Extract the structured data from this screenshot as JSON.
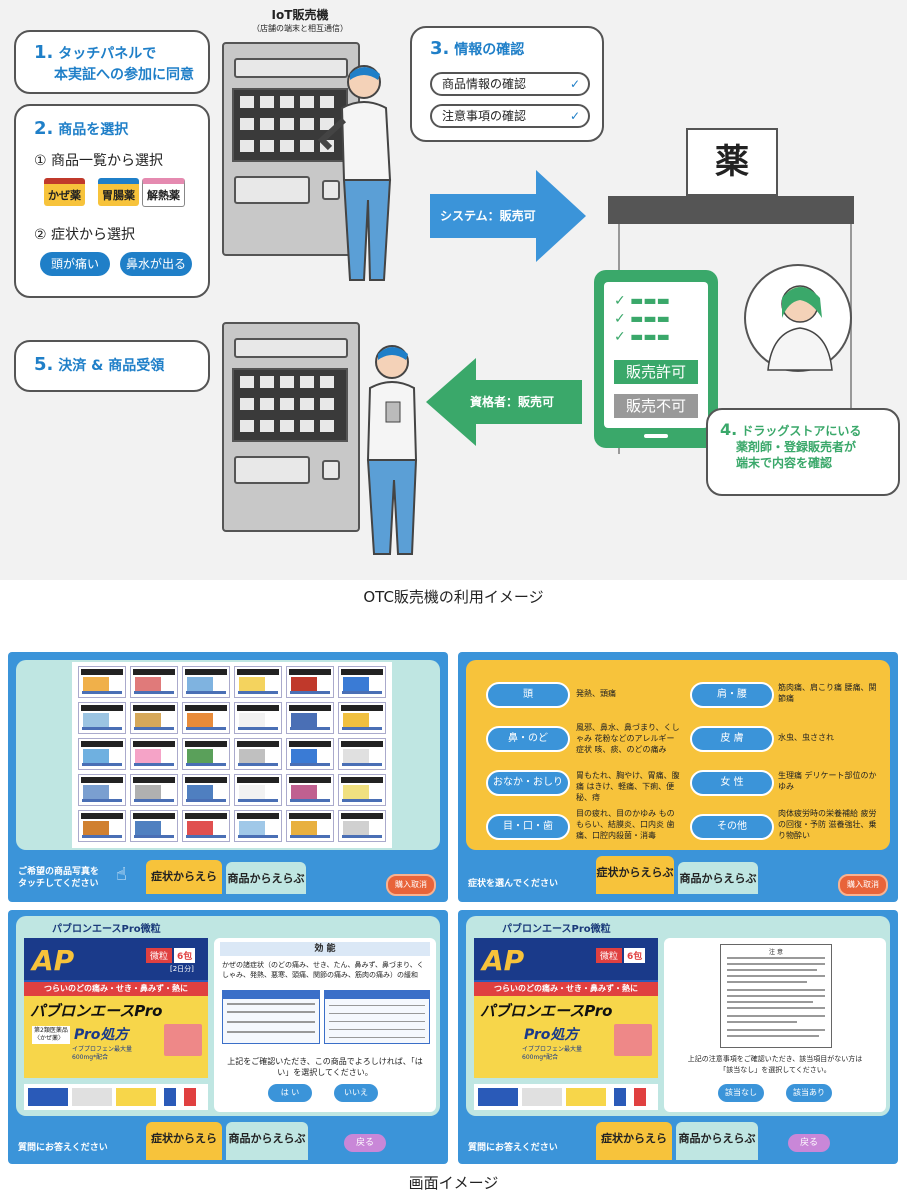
{
  "top_diagram": {
    "vending_label": "IoT販売機",
    "vending_sub": "（店舗の端末と相互通信）",
    "step1": {
      "num": "1.",
      "text_line1": "タッチパネルで",
      "text_line2": "本実証への参加に同意"
    },
    "step2": {
      "num": "2.",
      "title": "商品を選択",
      "option1": "① 商品一覧から選択",
      "products": [
        "かぜ薬",
        "胃腸薬",
        "解熱薬"
      ],
      "option2": "② 症状から選択",
      "symptoms": [
        "頭が痛い",
        "鼻水が出る"
      ]
    },
    "step3": {
      "num": "3.",
      "title": "情報の確認",
      "checks": [
        "商品情報の確認",
        "注意事項の確認"
      ]
    },
    "step4": {
      "num": "4.",
      "lines": [
        "ドラッグストアにいる",
        "薬剤師・登録販売者が",
        "端末で内容を確認"
      ]
    },
    "step5": {
      "num": "5.",
      "title": "決済 & 商品受領"
    },
    "arrow_system": "システム：販売可",
    "arrow_qualified": "資格者：販売可",
    "store_sign": "薬",
    "tablet_ok": "販売許可",
    "tablet_ng": "販売不可",
    "caption": "OTC販売機の利用イメージ"
  },
  "screens": {
    "panel1": {
      "footer_text_line1": "ご希望の商品写真を",
      "footer_text_line2": "タッチしてください",
      "tab_symptom": "症状からえらぶ",
      "tab_product": "商品からえらぶ",
      "btn_right": "購入取消"
    },
    "panel2": {
      "categories": [
        {
          "label": "頭",
          "desc": "発熱、頭痛"
        },
        {
          "label": "鼻・のど",
          "desc": "風邪、鼻水、鼻づまり、くしゃみ 花粉などのアレルギー症状 咳、痰、のどの痛み"
        },
        {
          "label": "おなか・おしり",
          "desc": "胃もたれ、胸やけ、胃痛、腹痛 はきけ、軽痛、下痢、便秘、痔"
        },
        {
          "label": "目・口・歯",
          "desc": "目の疲れ、目のかゆみ ものもらい、結膜炎、口内炎 歯痛、口腔内殺菌・消毒"
        },
        {
          "label": "肩・腰",
          "desc": "筋肉痛、肩こり痛 腰痛、関節痛"
        },
        {
          "label": "皮 膚",
          "desc": "水虫、虫さされ"
        },
        {
          "label": "女 性",
          "desc": "生理痛 デリケート部位のかゆみ"
        },
        {
          "label": "その他",
          "desc": "肉体疲労時の栄養補給 疲労の回復・予防 滋養強壮、乗り物酔い"
        }
      ],
      "footer_text": "症状を選んでください",
      "tab_symptom": "症状からえらぶ",
      "tab_product": "商品からえらぶ",
      "btn_right": "購入取消"
    },
    "panel3": {
      "product_name": "パブロンエースPro微粒",
      "box_badge": "微粒",
      "box_count": "6包",
      "box_days": "[2日分]",
      "box_slogan": "つらいのどの痛み・せき・鼻みず・熱に",
      "box_brand": "パブロンエースPro",
      "box_pro": "Pro処方",
      "box_ingredient": "イブプロフェン最大量 600mg*配合",
      "box_class": "第2類医薬品 〈かぜ薬〉",
      "effect_title": "効 能",
      "effect_text": "かぜの諸症状（のどの痛み、せき、たん、鼻みず、鼻づまり、くしゃみ、発熱、悪寒、頭痛、関節の痛み、筋肉の痛み）の緩和",
      "question": "上記をご確認いただき、この商品でよろしければ、「はい」を選択してください。",
      "yes": "は い",
      "no": "いいえ",
      "footer_text": "質問にお答えください",
      "tab_symptom": "症状からえらぶ",
      "tab_product": "商品からえらぶ",
      "btn_back": "戻る"
    },
    "panel4": {
      "product_name": "パブロンエースPro微粒",
      "notice_title": "注 意",
      "question_line1": "上記の注意事項をご確認いただき、該当項目がない方は",
      "question_line2": "「該当なし」を選択してください。",
      "highlight": "「該当なし」",
      "btn_none": "該当なし",
      "btn_some": "該当あり",
      "footer_text": "質問にお答えください",
      "tab_symptom": "症状からえらぶ",
      "tab_product": "商品からえらぶ",
      "btn_back": "戻る"
    },
    "caption": "画面イメージ"
  },
  "colors": {
    "blue": "#1f7fc8",
    "green": "#3aa86a",
    "yellow": "#f7c33b",
    "panel_blue": "#3b94d9"
  }
}
